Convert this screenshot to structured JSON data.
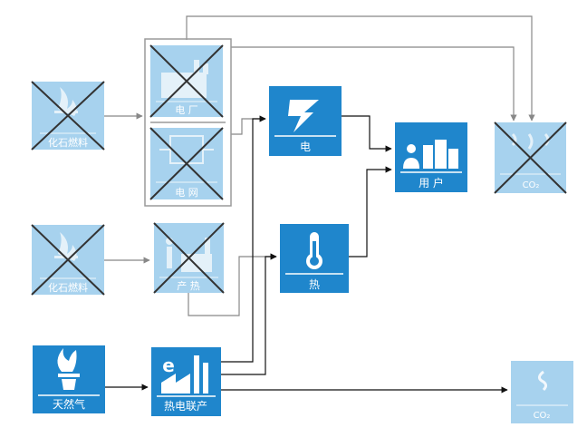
{
  "nodes": {
    "fossil_fuel_1": {
      "label": "化石燃料",
      "icon": "flame-icon",
      "disabled": true
    },
    "power_plant": {
      "label": "电 厂",
      "icon": "factory-icon",
      "disabled": true
    },
    "power_grid": {
      "label": "电 网",
      "icon": "grid-icon",
      "disabled": true
    },
    "fossil_fuel_2": {
      "label": "化石燃料",
      "icon": "flame-icon",
      "disabled": true
    },
    "heat_production": {
      "label": "产 热",
      "icon": "factory-icon",
      "disabled": true
    },
    "electricity": {
      "label": "电",
      "icon": "lightning-icon",
      "disabled": false
    },
    "heat": {
      "label": "热",
      "icon": "thermometer-icon",
      "disabled": false
    },
    "users": {
      "label": "用 户",
      "icon": "people-buildings-icon",
      "disabled": false
    },
    "co2_top": {
      "label": "CO₂",
      "icon": "co2-icon",
      "disabled": true
    },
    "natural_gas": {
      "label": "天然气",
      "icon": "gas-flame-icon",
      "disabled": false
    },
    "chp": {
      "label": "热电联产",
      "icon": "chp-plant-icon",
      "disabled": false
    },
    "co2_bottom": {
      "label": "CO₂",
      "icon": "co2-icon",
      "disabled": false
    }
  },
  "colors": {
    "active": "#1f86cc",
    "faded": "#a7d2ee",
    "cross": "#333333",
    "arrow_dark": "#111111",
    "arrow_gray": "#888888"
  }
}
